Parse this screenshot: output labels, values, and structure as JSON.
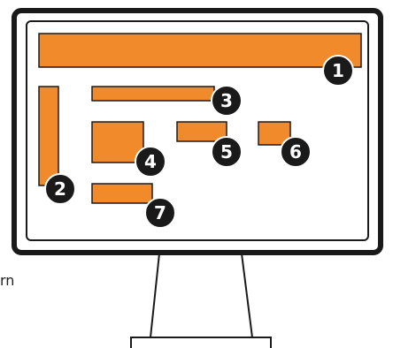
{
  "colors": {
    "outline": "#1a1a1a",
    "screen_fill": "#ffffff",
    "block_fill": "#f08a2a",
    "badge_fill": "#1a1a1a",
    "badge_text": "#ffffff"
  },
  "blocks": [
    {
      "id": "block-1",
      "badge": "1"
    },
    {
      "id": "block-2",
      "badge": "2"
    },
    {
      "id": "block-3",
      "badge": "3"
    },
    {
      "id": "block-4",
      "badge": "4"
    },
    {
      "id": "block-5",
      "badge": "5"
    },
    {
      "id": "block-6",
      "badge": "6"
    },
    {
      "id": "block-7",
      "badge": "7"
    }
  ],
  "stray_text": "rn"
}
